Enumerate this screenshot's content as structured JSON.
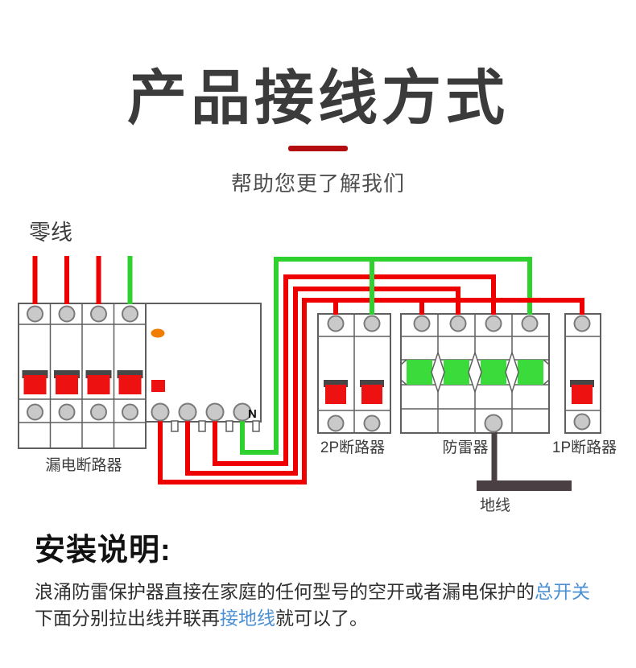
{
  "header": {
    "title": "产品接线方式",
    "subtitle": "帮助您更了解我们"
  },
  "diagram": {
    "neutral_label": "零线",
    "units": {
      "rcbo": {
        "label": "漏电断路器",
        "n_terminal": "N"
      },
      "breaker_2p": {
        "label": "2P断路器"
      },
      "arrester": {
        "label": "防雷器"
      },
      "breaker_1p": {
        "label": "1P断路器"
      }
    },
    "ground_label": "地线"
  },
  "instructions": {
    "heading": "安装说明:",
    "body": {
      "seg1": "浪涌防雷保护器直接在家庭的任何型号的空开或者漏电保护的",
      "link1": "总开关",
      "seg2": "下面分别拉出线并联再",
      "link2": "接地线",
      "seg3": "就可以了。"
    }
  },
  "colors": {
    "wire_red": "#ee0000",
    "wire_green": "#2fd12f",
    "module_green": "#3bdb3b",
    "switch_red": "#ee1111",
    "switch_dark": "#474747",
    "box_stroke": "#5f5f5f",
    "terminal_fill": "#c9c9c9",
    "terminal_stroke": "#7a7a7a",
    "indicator_orange": "#f07c00",
    "ground_dark": "#4a4043",
    "title_color": "#3b3b3b",
    "divider_red": "#b30d10",
    "subtitle_color": "#4f4f4f",
    "heading_color": "#111111",
    "body_color": "#2f2f2f",
    "link_blue": "#4a90d2",
    "label_color": "#3d3d3d"
  }
}
